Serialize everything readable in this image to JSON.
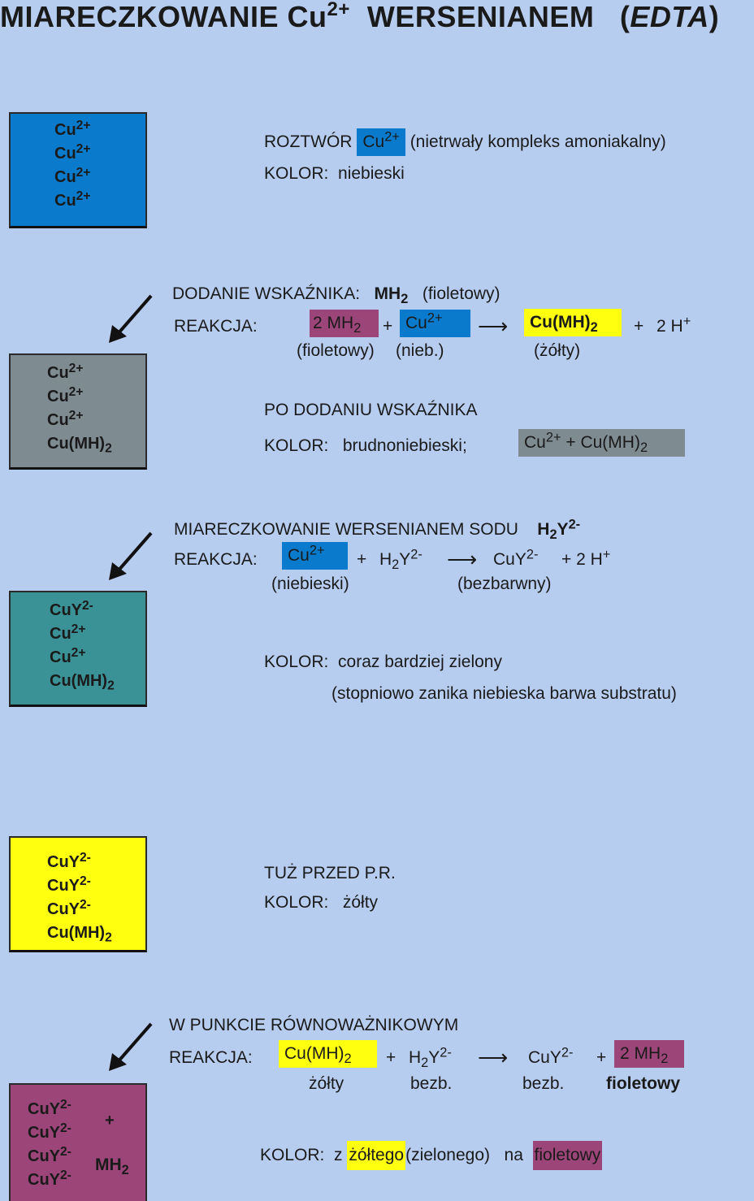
{
  "title": {
    "main": "MIARECZKOWANIE Cu",
    "charge": "2+",
    "middle": "WERSENIANEM",
    "edta_open": "(",
    "edta": "EDTA",
    "edta_close": ")"
  },
  "colors": {
    "background": "#b7cdf0",
    "blue": "#0a7acc",
    "gray": "#7e8b91",
    "teal": "#3b9296",
    "yellow": "#ffff10",
    "purple": "#9c4579"
  },
  "stage1": {
    "box": {
      "l1": "Cu",
      "l1s": "2+",
      "l2": "Cu",
      "l2s": "2+",
      "l3": "Cu",
      "l3s": "2+",
      "l4": "Cu",
      "l4s": "2+"
    },
    "solution_label": "ROZTWÓR",
    "solution_ion": "Cu",
    "solution_ion_charge": "2+",
    "solution_note": "(nietrwały kompleks amoniakalny)",
    "color_label": "KOLOR:",
    "color_value": "niebieski"
  },
  "stage2": {
    "heading_label": "DODANIE  WSKAŹNIKA:",
    "indicator": "MH",
    "indicator_sub": "2",
    "indicator_color": "(fioletowy)",
    "reaction_label": "REAKCJA:",
    "r_a": "2 MH",
    "r_a_sub": "2",
    "plus1": "+",
    "r_b": "Cu",
    "r_b_sup": "2+",
    "arrow": "⟶",
    "r_c": "Cu(MH)",
    "r_c_sub": "2",
    "plus2": "+",
    "r_d": "2 H",
    "r_d_sup": "+",
    "under_a": "(fioletowy)",
    "under_b": "(nieb.)",
    "under_c": "(żółty)",
    "after_label": "PO  DODANIU  WSKAŹNIKA",
    "color_label": "KOLOR:",
    "color_value": "brudnoniebieski;",
    "mix_a": "Cu",
    "mix_a_sup": "2+",
    "mix_plus": "+ Cu(MH)",
    "mix_sub": "2",
    "box": {
      "l1": "Cu",
      "l1s": "2+",
      "l2": "Cu",
      "l2s": "2+",
      "l3": "Cu",
      "l3s": "2+",
      "l4": "Cu(MH)",
      "l4s": "2"
    }
  },
  "stage3": {
    "heading": "MIARECZKOWANIE  WERSENIANEM  SODU",
    "reagent_a": "H",
    "reagent_sub": "2",
    "reagent_b": "Y",
    "reagent_sup": "2-",
    "reaction_label": "REAKCJA:",
    "r_a": "Cu",
    "r_a_sup": "2+",
    "plus1": "+",
    "r_b": "H",
    "r_b_sub": "2",
    "r_b2": "Y",
    "r_b_sup": "2-",
    "arrow": "⟶",
    "r_c": "CuY",
    "r_c_sup": "2-",
    "r_d": "+ 2 H",
    "r_d_sup": "+",
    "under_a": "(niebieski)",
    "under_c": "(bezbarwny)",
    "color_label": "KOLOR:",
    "color_value": "coraz bardziej zielony",
    "note": "(stopniowo zanika niebieska barwa substratu)",
    "box": {
      "l1": "CuY",
      "l1s": "2-",
      "l2": "Cu",
      "l2s": "2+",
      "l3": "Cu",
      "l3s": "2+",
      "l4": "Cu(MH)",
      "l4s": "2"
    }
  },
  "stage4": {
    "label": "TUŻ  PRZED  P.R.",
    "color_label": "KOLOR:",
    "color_value": "żółty",
    "box": {
      "l1": "CuY",
      "l1s": "2-",
      "l2": "CuY",
      "l2s": "2-",
      "l3": "CuY",
      "l3s": "2-",
      "l4": "Cu(MH)",
      "l4s": "2"
    }
  },
  "stage5": {
    "heading": "W  PUNKCIE  RÓWNOWAŻNIKOWYM",
    "reaction_label": "REAKCJA:",
    "r_a": "Cu(MH)",
    "r_a_sub": "2",
    "plus1": "+",
    "r_b": "H",
    "r_b_sub": "2",
    "r_b2": "Y",
    "r_b_sup": "2-",
    "arrow": "⟶",
    "r_c": "CuY",
    "r_c_sup": "2-",
    "plus2": "+",
    "r_d": "2 MH",
    "r_d_sub": "2",
    "under_a": "żółty",
    "under_b": "bezb.",
    "under_c": "bezb.",
    "under_d": "fioletowy",
    "color_label": "KOLOR:",
    "color_from": "z",
    "color_a": "żółtego",
    "color_mid": "(zielonego)",
    "color_to": "na",
    "color_b": "fioletowy",
    "box": {
      "l1": "CuY",
      "l1s": "2-",
      "l2": "CuY",
      "l2s": "2-",
      "l3": "CuY",
      "l3s": "2-",
      "l4": "CuY",
      "l4s": "2-",
      "plus": "+",
      "mh": "MH",
      "mh_sub": "2"
    }
  }
}
